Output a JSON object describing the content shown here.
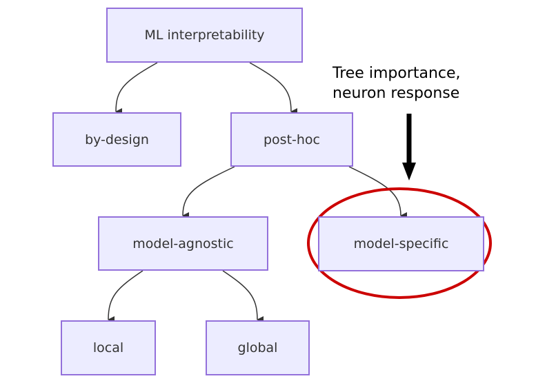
{
  "diagram": {
    "type": "tree-flowchart",
    "nodes": [
      {
        "id": "root",
        "label": "ML interpretability"
      },
      {
        "id": "by_design",
        "label": "by-design"
      },
      {
        "id": "post_hoc",
        "label": "post-hoc"
      },
      {
        "id": "model_agnostic",
        "label": "model-agnostic"
      },
      {
        "id": "model_specific",
        "label": "model-specific",
        "highlighted": true
      },
      {
        "id": "local",
        "label": "local"
      },
      {
        "id": "global",
        "label": "global"
      }
    ],
    "edges": [
      {
        "from": "root",
        "to": "by_design"
      },
      {
        "from": "root",
        "to": "post_hoc"
      },
      {
        "from": "post_hoc",
        "to": "model_agnostic"
      },
      {
        "from": "post_hoc",
        "to": "model_specific"
      },
      {
        "from": "model_agnostic",
        "to": "local"
      },
      {
        "from": "model_agnostic",
        "to": "global"
      }
    ],
    "annotation": {
      "line1": "Tree importance,",
      "line2": "neuron response",
      "points_to": "model_specific"
    },
    "colors": {
      "node_fill": "#ececff",
      "node_border": "#9370db",
      "edge": "#333333",
      "highlight": "#cc0000",
      "annotation_arrow": "#000000"
    }
  }
}
